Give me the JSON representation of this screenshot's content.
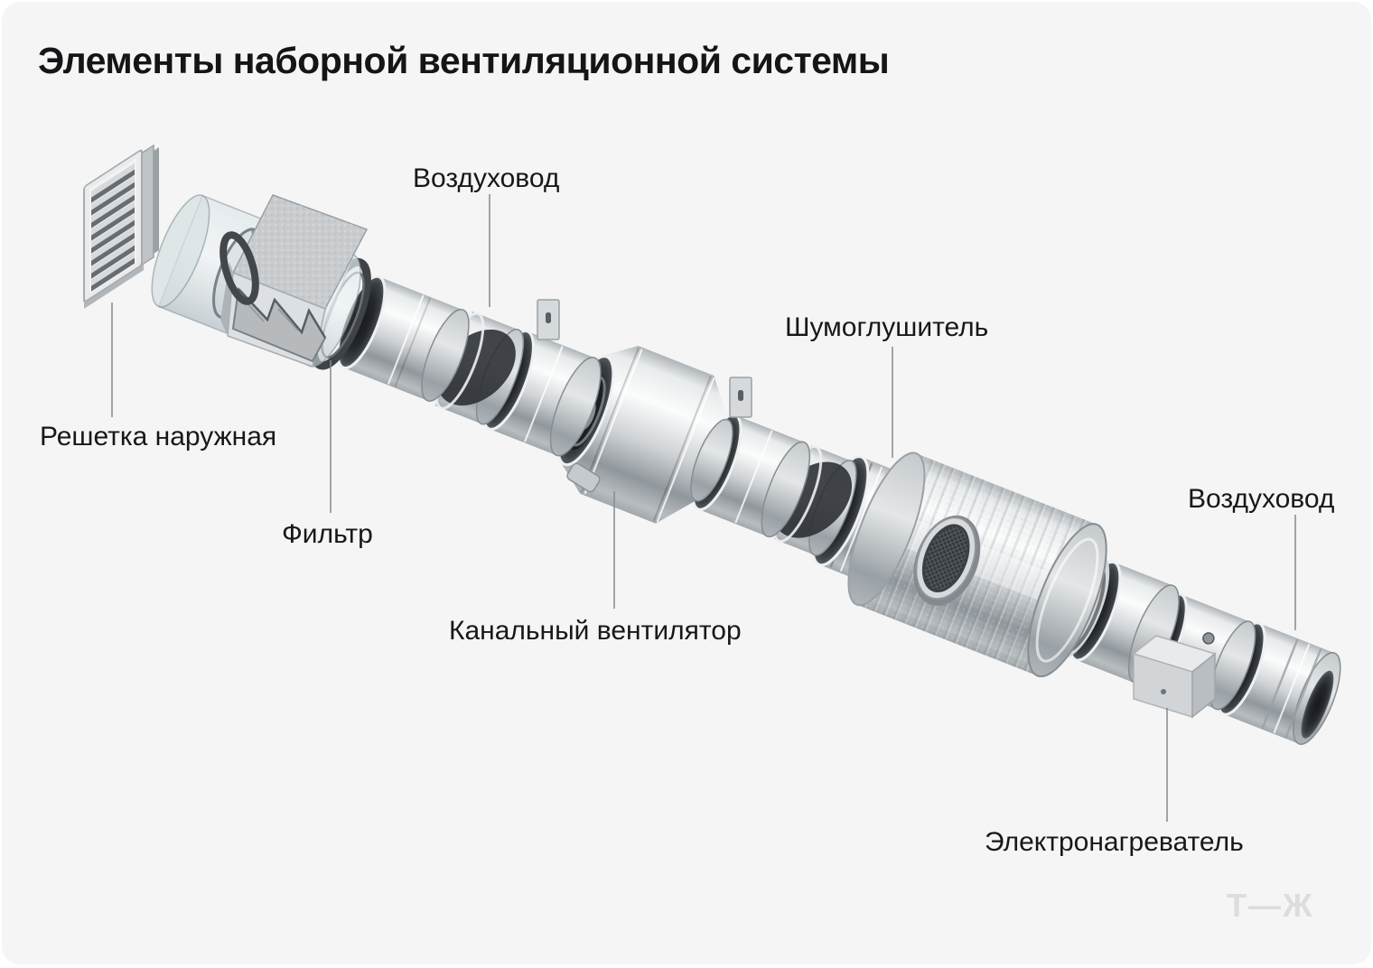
{
  "card": {
    "title": "Элементы наборной вентиляционной системы",
    "watermark": "Т—Ж"
  },
  "labels": [
    {
      "text": "Воздуховод",
      "target": "air-duct"
    },
    {
      "text": "Решетка наружная",
      "target": "external-grille"
    },
    {
      "text": "Фильтр",
      "target": "filter-box"
    },
    {
      "text": "Канальный вентилятор",
      "target": "duct-fan"
    },
    {
      "text": "Шумоглушитель",
      "target": "silencer"
    },
    {
      "text": "Воздуховод",
      "target": "air-duct-2"
    },
    {
      "text": "Электронагреватель",
      "target": "electric-heater"
    }
  ],
  "colors": {
    "page_background": "#ffffff",
    "card_background": "#f5f5f6",
    "text": "#17181a",
    "callout_line": "#85898d",
    "watermark": "#dcddde",
    "metal_light": "#fafbfb",
    "metal_dark": "#959ba0",
    "opening_dark": "#17191c"
  }
}
